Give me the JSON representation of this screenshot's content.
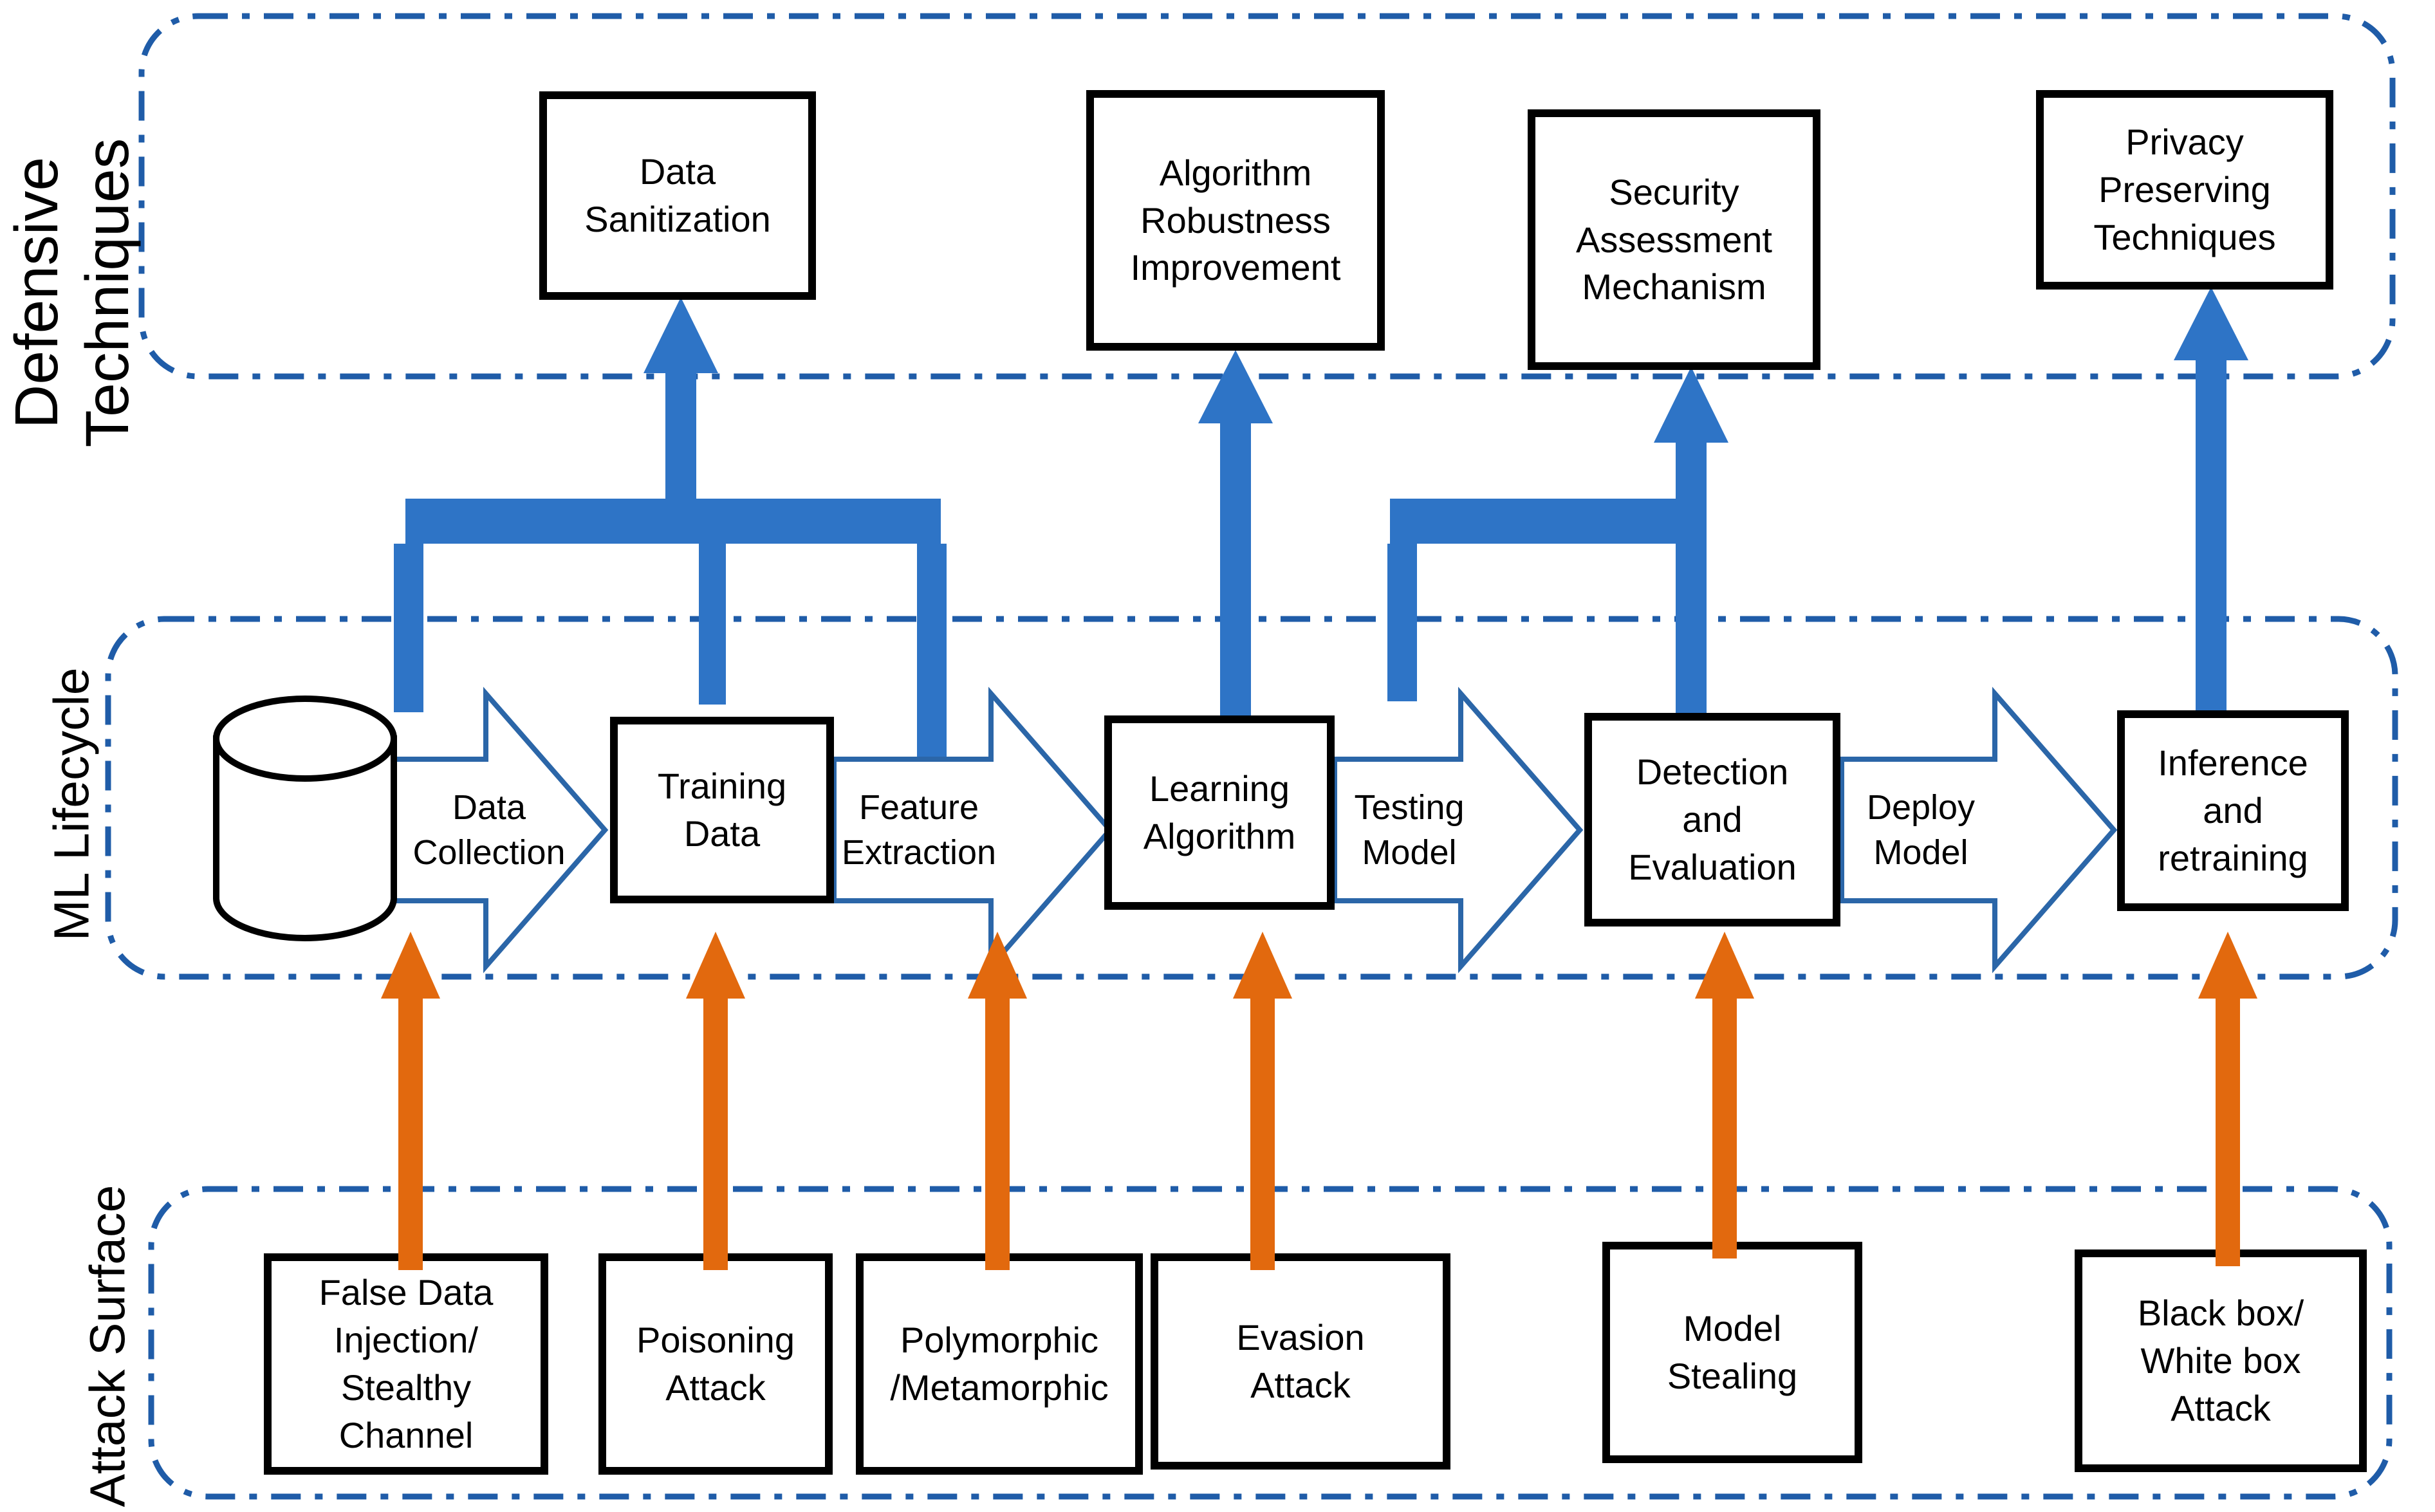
{
  "title": "ML lifecycle attack surface and defensive techniques diagram",
  "bands": {
    "defensive": {
      "label": "Defensive\nTechniques"
    },
    "ml": {
      "label": "ML Lifecycle"
    },
    "attack": {
      "label": "Attack Surface"
    }
  },
  "defensive": {
    "boxes": [
      {
        "label": "Data\nSanitization"
      },
      {
        "label": "Algorithm\nRobustness\nImprovement"
      },
      {
        "label": "Security\nAssessment\nMechanism"
      },
      {
        "label": "Privacy\nPreserving\nTechniques"
      }
    ]
  },
  "ml": {
    "database_icon": "database-cylinder-icon",
    "stages": [
      {
        "label": "Data\nCollection",
        "shape": "arrow"
      },
      {
        "label": "Training\nData",
        "shape": "box"
      },
      {
        "label": "Feature\nExtraction",
        "shape": "arrow"
      },
      {
        "label": "Learning\nAlgorithm",
        "shape": "box"
      },
      {
        "label": "Testing\nModel",
        "shape": "arrow"
      },
      {
        "label": "Detection\nand\nEvaluation",
        "shape": "box"
      },
      {
        "label": "Deploy\nModel",
        "shape": "arrow"
      },
      {
        "label": "Inference\nand\nretraining",
        "shape": "box"
      }
    ]
  },
  "attack": {
    "boxes": [
      {
        "label": "False Data\nInjection/\nStealthy\nChannel"
      },
      {
        "label": "Poisoning\nAttack"
      },
      {
        "label": "Polymorphic\n/Metamorphic"
      },
      {
        "label": "Evasion\nAttack"
      },
      {
        "label": "Model\nStealing"
      },
      {
        "label": "Black box/\nWhite box\nAttack"
      }
    ]
  },
  "colors": {
    "band_border": "#1F5CA8",
    "defense_arrow_blue": "#2E74C6",
    "attack_arrow_orange": "#E2690E",
    "process_arrow_outline": "#2B66A8",
    "shape_border": "#000000",
    "background": "#FFFFFF",
    "text": "#000000"
  }
}
